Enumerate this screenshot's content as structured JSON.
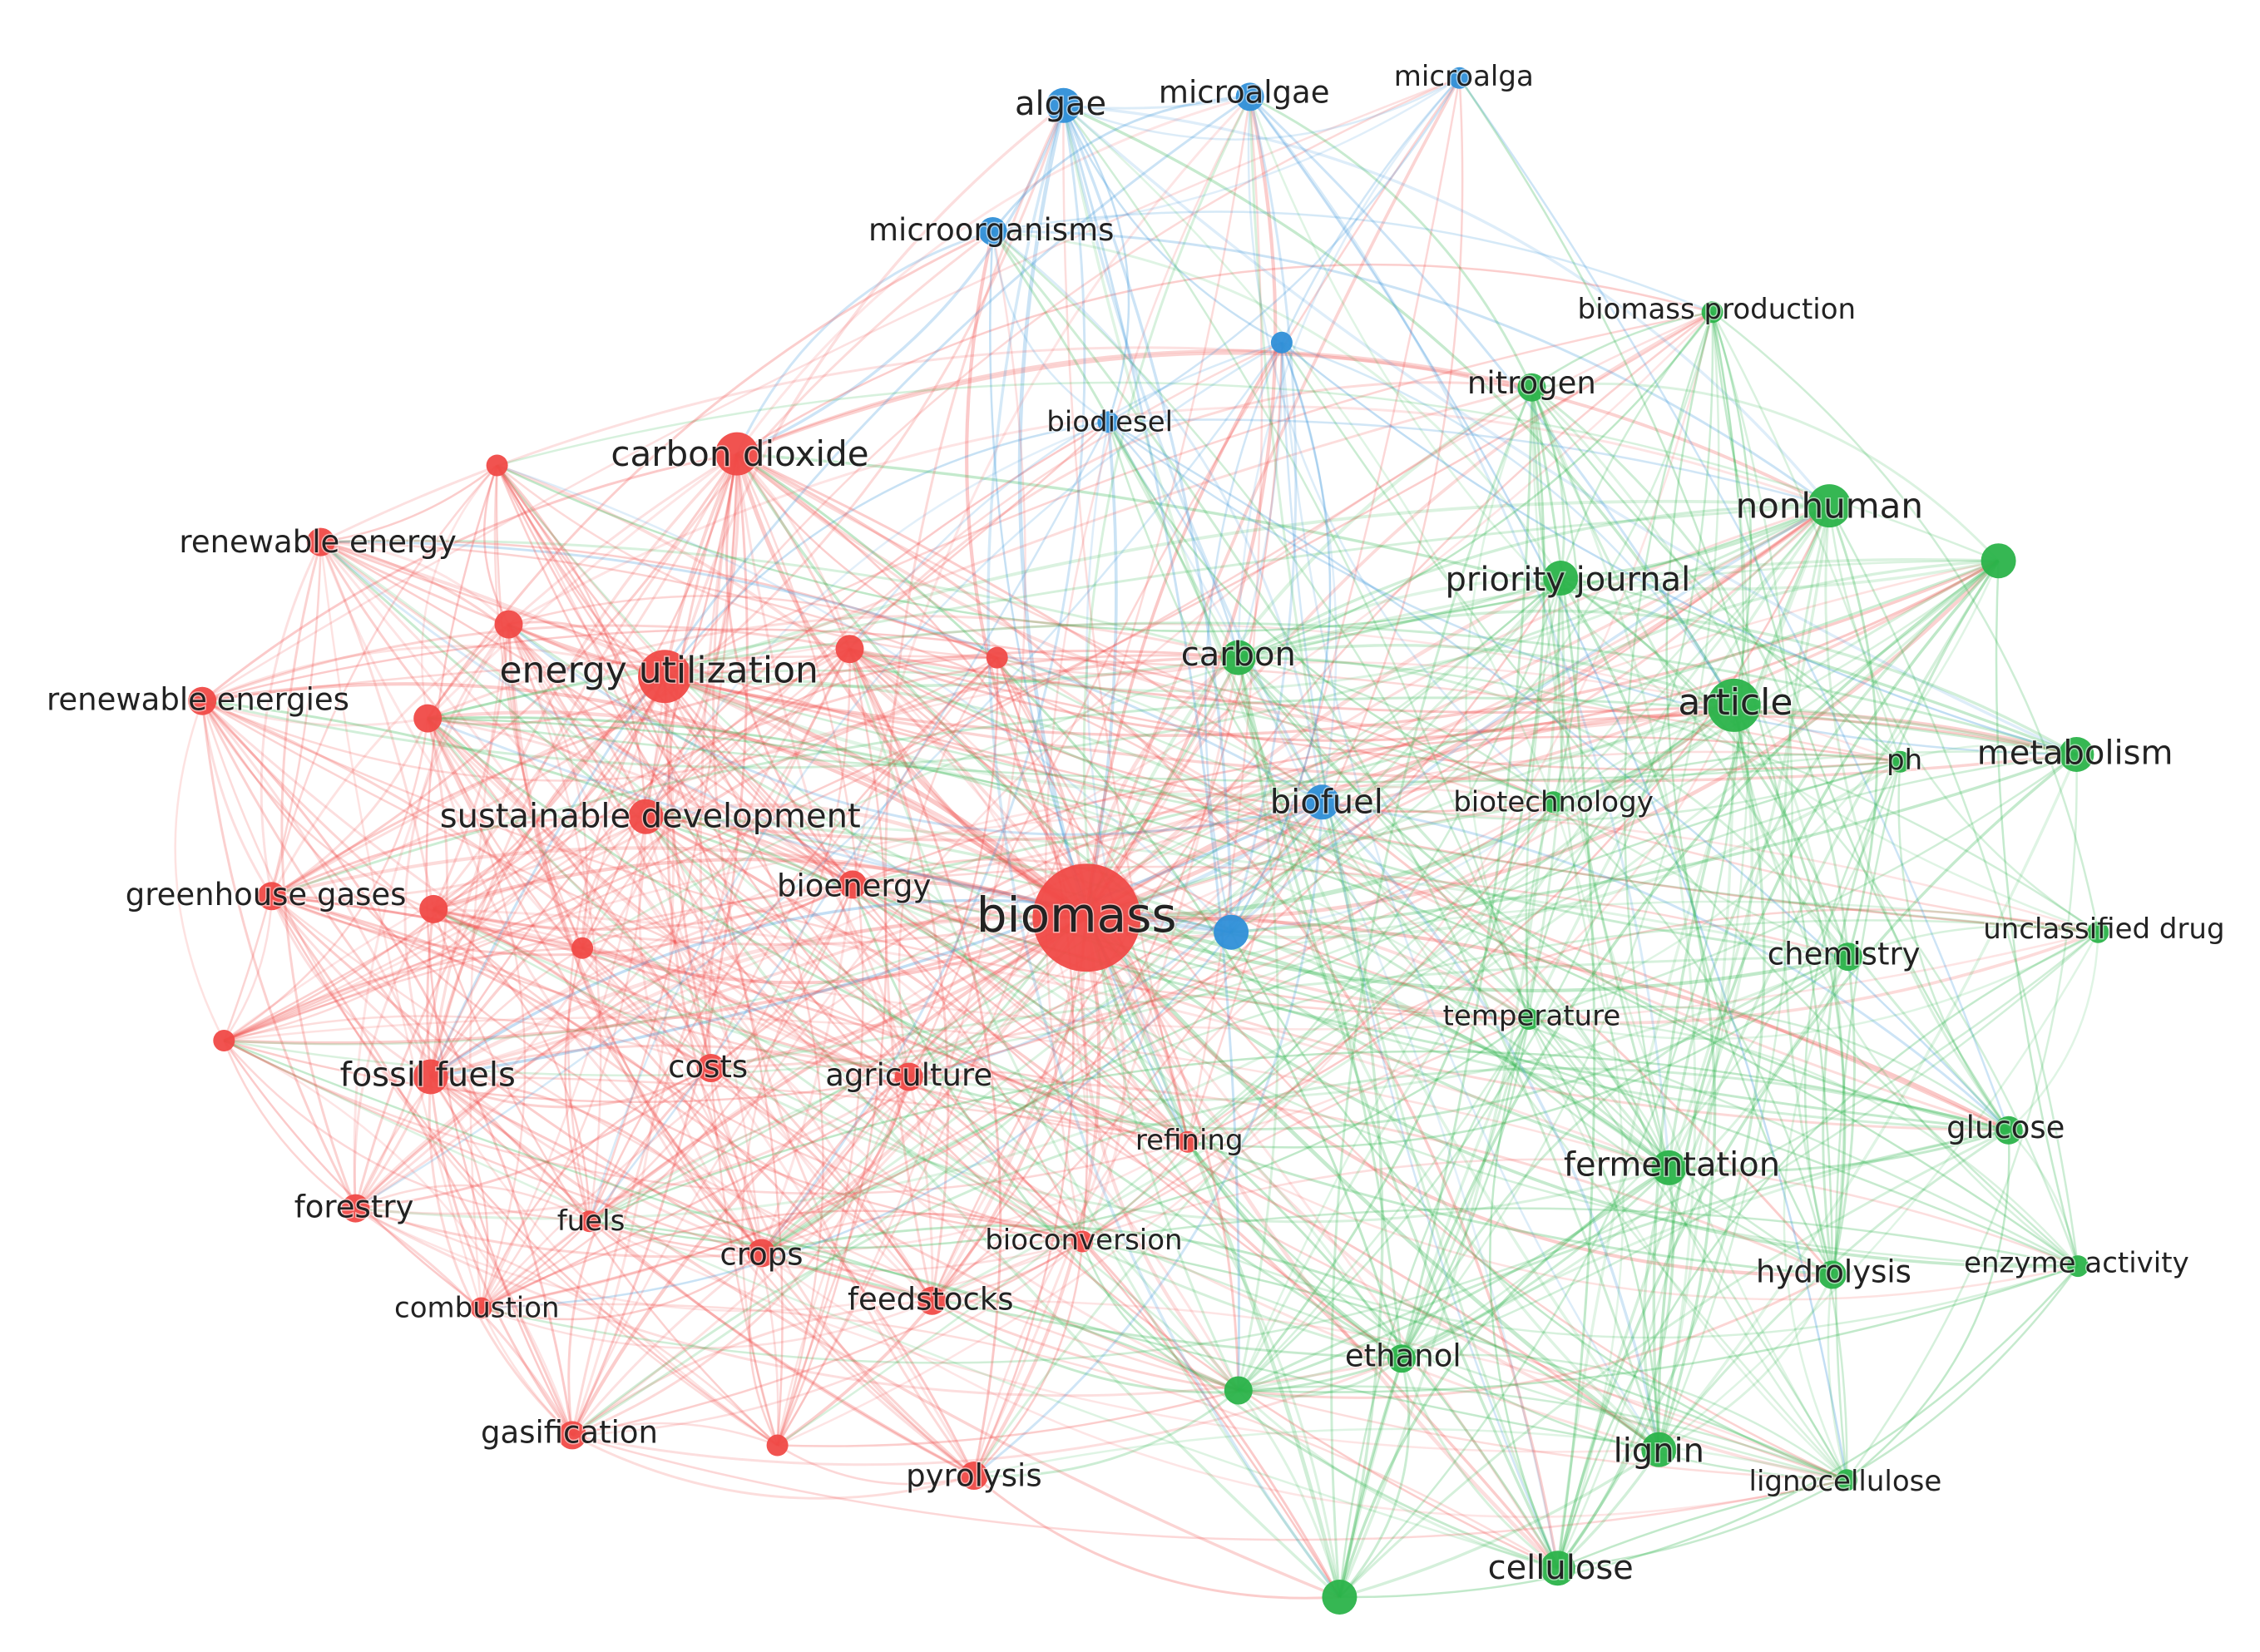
{
  "colors": {
    "red": "#f04a47",
    "blue": "#2f8fd8",
    "green": "#2bb34a"
  },
  "nodes": [
    {
      "id": "biomass",
      "label": "biomass",
      "cluster": "red",
      "weight": 10
    },
    {
      "id": "energy-utilization",
      "label": "energy utilization",
      "cluster": "red",
      "weight": 6
    },
    {
      "id": "carbon-dioxide",
      "label": "carbon dioxide",
      "cluster": "red",
      "weight": 5
    },
    {
      "id": "sustainable-development",
      "label": "sustainable development",
      "cluster": "red",
      "weight": 4
    },
    {
      "id": "renewable-energy",
      "label": "renewable energy",
      "cluster": "red",
      "weight": 3
    },
    {
      "id": "renewable-energies",
      "label": "renewable energies",
      "cluster": "red",
      "weight": 3
    },
    {
      "id": "greenhouse-gases",
      "label": "greenhouse gases",
      "cluster": "red",
      "weight": 3
    },
    {
      "id": "bioenergy",
      "label": "bioenergy",
      "cluster": "red",
      "weight": 3
    },
    {
      "id": "fossil-fuels",
      "label": "fossil fuels",
      "cluster": "red",
      "weight": 4
    },
    {
      "id": "costs",
      "label": "costs",
      "cluster": "red",
      "weight": 3
    },
    {
      "id": "agriculture",
      "label": "agriculture",
      "cluster": "red",
      "weight": 3
    },
    {
      "id": "refining",
      "label": "refining",
      "cluster": "red",
      "weight": 2
    },
    {
      "id": "forestry",
      "label": "forestry",
      "cluster": "red",
      "weight": 3
    },
    {
      "id": "fuels",
      "label": "fuels",
      "cluster": "red",
      "weight": 2
    },
    {
      "id": "crops",
      "label": "crops",
      "cluster": "red",
      "weight": 3
    },
    {
      "id": "bioconversion",
      "label": "bioconversion",
      "cluster": "red",
      "weight": 2
    },
    {
      "id": "combustion",
      "label": "combustion",
      "cluster": "red",
      "weight": 2
    },
    {
      "id": "feedstocks",
      "label": "feedstocks",
      "cluster": "red",
      "weight": 3
    },
    {
      "id": "gasification",
      "label": "gasification",
      "cluster": "red",
      "weight": 3
    },
    {
      "id": "pyrolysis",
      "label": "pyrolysis",
      "cluster": "red",
      "weight": 3
    },
    {
      "id": "r1",
      "label": "",
      "cluster": "red",
      "weight": 2
    },
    {
      "id": "r2",
      "label": "",
      "cluster": "red",
      "weight": 3
    },
    {
      "id": "r3",
      "label": "",
      "cluster": "red",
      "weight": 3
    },
    {
      "id": "r4",
      "label": "",
      "cluster": "red",
      "weight": 2
    },
    {
      "id": "r5",
      "label": "",
      "cluster": "red",
      "weight": 3
    },
    {
      "id": "r6",
      "label": "",
      "cluster": "red",
      "weight": 3
    },
    {
      "id": "r7",
      "label": "",
      "cluster": "red",
      "weight": 2
    },
    {
      "id": "r8",
      "label": "",
      "cluster": "red",
      "weight": 2
    },
    {
      "id": "r9",
      "label": "",
      "cluster": "red",
      "weight": 2
    },
    {
      "id": "algae",
      "label": "algae",
      "cluster": "blue",
      "weight": 4
    },
    {
      "id": "microalgae",
      "label": "microalgae",
      "cluster": "blue",
      "weight": 3
    },
    {
      "id": "microalga",
      "label": "microalga",
      "cluster": "blue",
      "weight": 2
    },
    {
      "id": "microorganisms",
      "label": "microorganisms",
      "cluster": "blue",
      "weight": 3
    },
    {
      "id": "biodiesel",
      "label": "biodiesel",
      "cluster": "blue",
      "weight": 2
    },
    {
      "id": "biofuel",
      "label": "biofuel",
      "cluster": "blue",
      "weight": 4
    },
    {
      "id": "b1",
      "label": "",
      "cluster": "blue",
      "weight": 2
    },
    {
      "id": "b2",
      "label": "",
      "cluster": "blue",
      "weight": 4
    },
    {
      "id": "biomass-production",
      "label": "biomass production",
      "cluster": "green",
      "weight": 2
    },
    {
      "id": "nitrogen",
      "label": "nitrogen",
      "cluster": "green",
      "weight": 3
    },
    {
      "id": "nonhuman",
      "label": "nonhuman",
      "cluster": "green",
      "weight": 5
    },
    {
      "id": "priority-journal",
      "label": "priority journal",
      "cluster": "green",
      "weight": 4
    },
    {
      "id": "carbon",
      "label": "carbon",
      "cluster": "green",
      "weight": 4
    },
    {
      "id": "article",
      "label": "article",
      "cluster": "green",
      "weight": 6
    },
    {
      "id": "metabolism",
      "label": "metabolism",
      "cluster": "green",
      "weight": 4
    },
    {
      "id": "ph",
      "label": "ph",
      "cluster": "green",
      "weight": 2
    },
    {
      "id": "biotechnology",
      "label": "biotechnology",
      "cluster": "green",
      "weight": 2
    },
    {
      "id": "unclassified-drug",
      "label": "unclassified drug",
      "cluster": "green",
      "weight": 2
    },
    {
      "id": "chemistry",
      "label": "chemistry",
      "cluster": "green",
      "weight": 3
    },
    {
      "id": "temperature",
      "label": "temperature",
      "cluster": "green",
      "weight": 2
    },
    {
      "id": "glucose",
      "label": "glucose",
      "cluster": "green",
      "weight": 3
    },
    {
      "id": "fermentation",
      "label": "fermentation",
      "cluster": "green",
      "weight": 4
    },
    {
      "id": "hydrolysis",
      "label": "hydrolysis",
      "cluster": "green",
      "weight": 3
    },
    {
      "id": "enzyme-activity",
      "label": "enzyme activity",
      "cluster": "green",
      "weight": 2
    },
    {
      "id": "ethanol",
      "label": "ethanol",
      "cluster": "green",
      "weight": 3
    },
    {
      "id": "lignin",
      "label": "lignin",
      "cluster": "green",
      "weight": 4
    },
    {
      "id": "lignocellulose",
      "label": "lignocellulose",
      "cluster": "green",
      "weight": 2
    },
    {
      "id": "cellulose",
      "label": "cellulose",
      "cluster": "green",
      "weight": 4
    },
    {
      "id": "g1",
      "label": "",
      "cluster": "green",
      "weight": 4
    },
    {
      "id": "g2",
      "label": "",
      "cluster": "green",
      "weight": 3
    },
    {
      "id": "g3",
      "label": "",
      "cluster": "green",
      "weight": 4
    }
  ]
}
